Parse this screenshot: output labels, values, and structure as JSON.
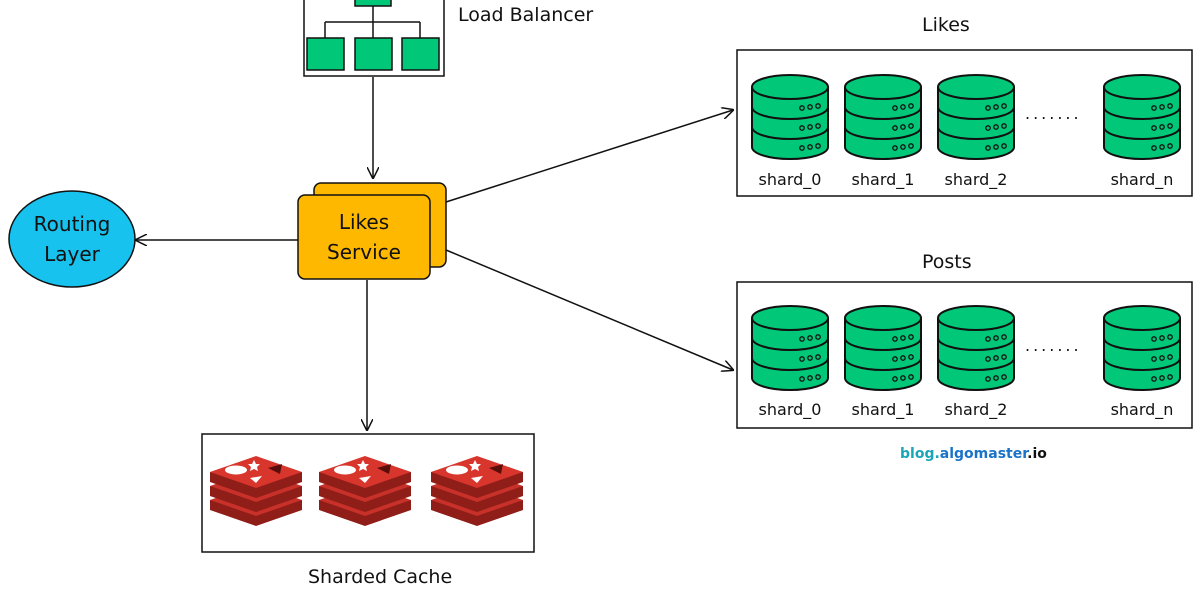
{
  "load_balancer": {
    "label": "Load Balancer"
  },
  "likes_service": {
    "line1": "Likes",
    "line2": "Service"
  },
  "routing_layer": {
    "line1": "Routing",
    "line2": "Layer"
  },
  "likes_db": {
    "title": "Likes",
    "shards": [
      "shard_0",
      "shard_1",
      "shard_2",
      "shard_n"
    ],
    "ellipsis": "......."
  },
  "posts_db": {
    "title": "Posts",
    "shards": [
      "shard_0",
      "shard_1",
      "shard_2",
      "shard_n"
    ],
    "ellipsis": "......."
  },
  "cache": {
    "label": "Sharded Cache"
  },
  "branding": {
    "part1": "blog.",
    "part2": "algomaster",
    "part3": ".io"
  },
  "colors": {
    "db_green": "#00c878",
    "lb_green": "#00c878",
    "service_orange": "#ffb800",
    "routing_blue": "#17c2ee",
    "cache_red": "#c8302a",
    "brand_teal": "#1aa6b7",
    "brand_blue": "#1a73c8"
  },
  "icons": {
    "load_balancer": "network-tree-icon",
    "database": "database-cylinder-icon",
    "cache": "redis-stack-icon"
  }
}
